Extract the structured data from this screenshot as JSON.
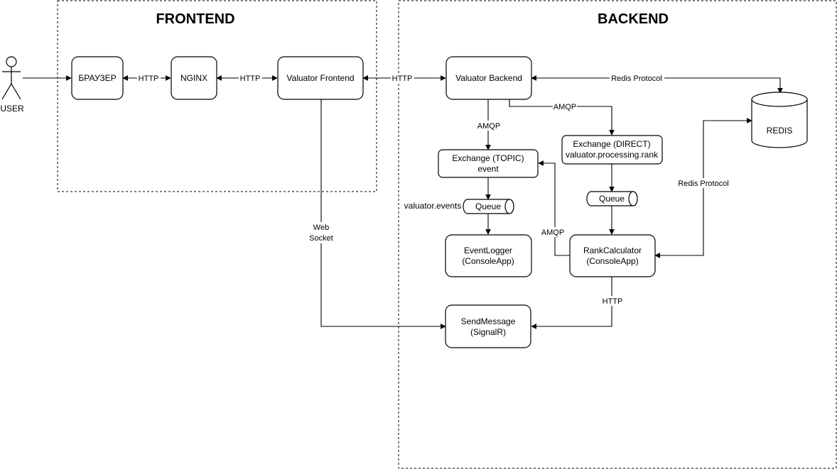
{
  "zones": {
    "frontend": "FRONTEND",
    "backend": "BACKEND"
  },
  "actor": {
    "label": "USER",
    "icon": "stick-figure-icon"
  },
  "nodes": {
    "browser": "БРАУЗЕР",
    "nginx": "NGINX",
    "valuator_frontend": "Valuator Frontend",
    "valuator_backend": "Valuator Backend",
    "exchange_topic": [
      "Exchange (TOPIC)",
      "event"
    ],
    "exchange_direct": [
      "Exchange (DIRECT)",
      "valuator.processing.rank"
    ],
    "queue_events": "Queue",
    "queue_events_name": "valuator.events",
    "queue_rank": "Queue",
    "event_logger": [
      "EventLogger",
      "(ConsoleApp)"
    ],
    "rank_calculator": [
      "RankCalculator",
      "(ConsoleApp)"
    ],
    "send_message": [
      "SendMessage",
      "(SignalR)"
    ],
    "redis": "REDIS"
  },
  "edges": {
    "user_browser": "",
    "browser_nginx": "HTTP",
    "nginx_frontend": "HTTP",
    "frontend_backend": "HTTP",
    "backend_redis": "Redis Protocol",
    "backend_topic": "AMQP",
    "backend_direct": "AMQP",
    "rank_topic": "AMQP",
    "redis_rank": "Redis Protocol",
    "rank_send": "HTTP",
    "frontend_send_line1": "Web",
    "frontend_send_line2": "Socket"
  }
}
